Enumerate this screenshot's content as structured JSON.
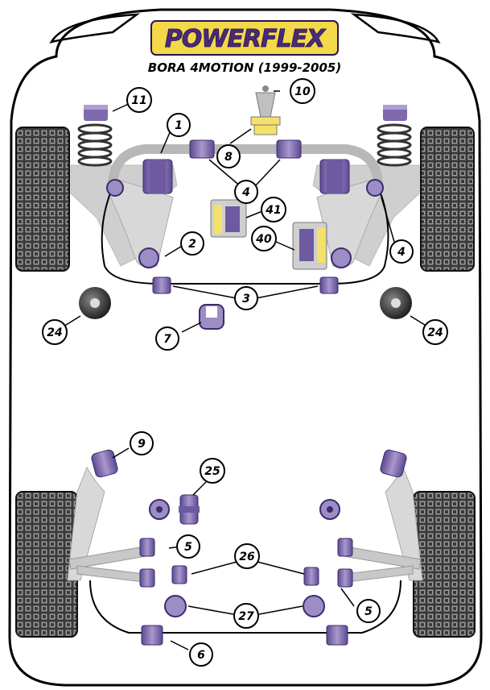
{
  "header": {
    "brand": "POWERFLEX",
    "model": "BORA 4MOTION (1999-2005)"
  },
  "colors": {
    "bush_purple": "#8c7ab4",
    "bush_dark": "#3d2b6b",
    "bush_yellow": "#f5e06a",
    "arm_grey": "#cccccc",
    "tyre_dark": "#2d2d2d",
    "logo_yellow": "#f3d84a"
  },
  "callouts": {
    "c1": "1",
    "c2": "2",
    "c3": "3",
    "c4a": "4",
    "c4b": "4",
    "c5a": "5",
    "c5b": "5",
    "c6": "6",
    "c7": "7",
    "c8": "8",
    "c9": "9",
    "c10": "10",
    "c11": "11",
    "c24a": "24",
    "c24b": "24",
    "c25": "25",
    "c26": "26",
    "c27": "27",
    "c40": "40",
    "c41": "41"
  }
}
